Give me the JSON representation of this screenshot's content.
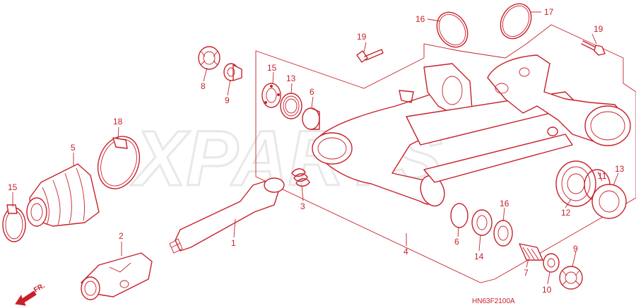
{
  "watermark": "XPARTS",
  "diagram_code": "HN63F2100A",
  "direction_label": "FR.",
  "callouts": [
    {
      "id": "c1",
      "label": "1"
    },
    {
      "id": "c2",
      "label": "2"
    },
    {
      "id": "c3",
      "label": "3"
    },
    {
      "id": "c4",
      "label": "4"
    },
    {
      "id": "c5",
      "label": "5"
    },
    {
      "id": "c6a",
      "label": "6"
    },
    {
      "id": "c6b",
      "label": "6"
    },
    {
      "id": "c7",
      "label": "7"
    },
    {
      "id": "c8",
      "label": "8"
    },
    {
      "id": "c9a",
      "label": "9"
    },
    {
      "id": "c9b",
      "label": "9"
    },
    {
      "id": "c10",
      "label": "10"
    },
    {
      "id": "c11",
      "label": "11"
    },
    {
      "id": "c12",
      "label": "12"
    },
    {
      "id": "c13a",
      "label": "13"
    },
    {
      "id": "c13b",
      "label": "13"
    },
    {
      "id": "c14",
      "label": "14"
    },
    {
      "id": "c15a",
      "label": "15"
    },
    {
      "id": "c15b",
      "label": "15"
    },
    {
      "id": "c16a",
      "label": "16"
    },
    {
      "id": "c16b",
      "label": "16"
    },
    {
      "id": "c17",
      "label": "17"
    },
    {
      "id": "c18",
      "label": "18"
    },
    {
      "id": "c19a",
      "label": "19"
    },
    {
      "id": "c19b",
      "label": "19"
    }
  ]
}
